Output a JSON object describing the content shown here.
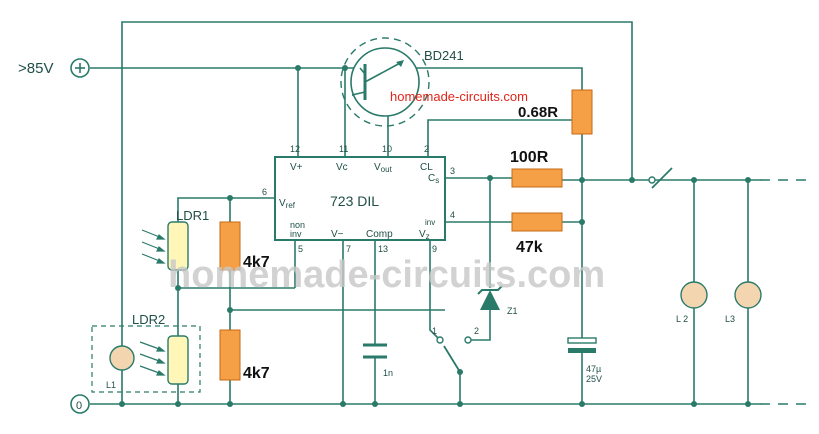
{
  "colors": {
    "wire": "#2a7a6a",
    "resistor_fill": "#f5a047",
    "resistor_stroke": "#c46a12",
    "ldr_fill": "#fff6b8",
    "lamp_fill": "#f3d6b0",
    "watermark": "#c8c8c8",
    "watermark_red": "#e0251b"
  },
  "supply": {
    "positive": ">85V",
    "ground": "0"
  },
  "ic": {
    "name": "723 DIL",
    "pins": {
      "p12": "12",
      "p11": "11",
      "p10": "10",
      "p2": "2",
      "p6": "6",
      "p5": "5",
      "p7": "7",
      "p13": "13",
      "p9": "9",
      "p3": "3",
      "p4": "4"
    },
    "pin_labels": {
      "vplus": "V+",
      "vc": "Vc",
      "vout_main": "V",
      "vout_sub": "out",
      "cl": "CL",
      "vref_main": "V",
      "vref_sub": "ref",
      "cs_main": "C",
      "cs_sub": "s",
      "noninv_1": "non",
      "noninv_2": "inv",
      "vminus": "V−",
      "comp": "Comp",
      "vz_main": "V",
      "vz_sub": "z",
      "inv": "inv"
    }
  },
  "transistor": {
    "label": "BD241"
  },
  "components": {
    "r_sense": "0.68R",
    "r_100": "100R",
    "r_47k": "47k",
    "r_4k7_top": "4k7",
    "r_4k7_bottom": "4k7",
    "ldr1": "LDR1",
    "ldr2": "LDR2",
    "lamp1": "L1",
    "lamp2": "L 2",
    "lamp3": "L3",
    "zener": "Z1",
    "cap_1n": "1n",
    "cap_47u_value": "47µ",
    "cap_47u_voltage": "25V",
    "switch_pos1": "1",
    "switch_pos2": "2"
  },
  "watermarks": {
    "small": "homemade-circuits.com",
    "large": "homemade-circuits.com"
  }
}
